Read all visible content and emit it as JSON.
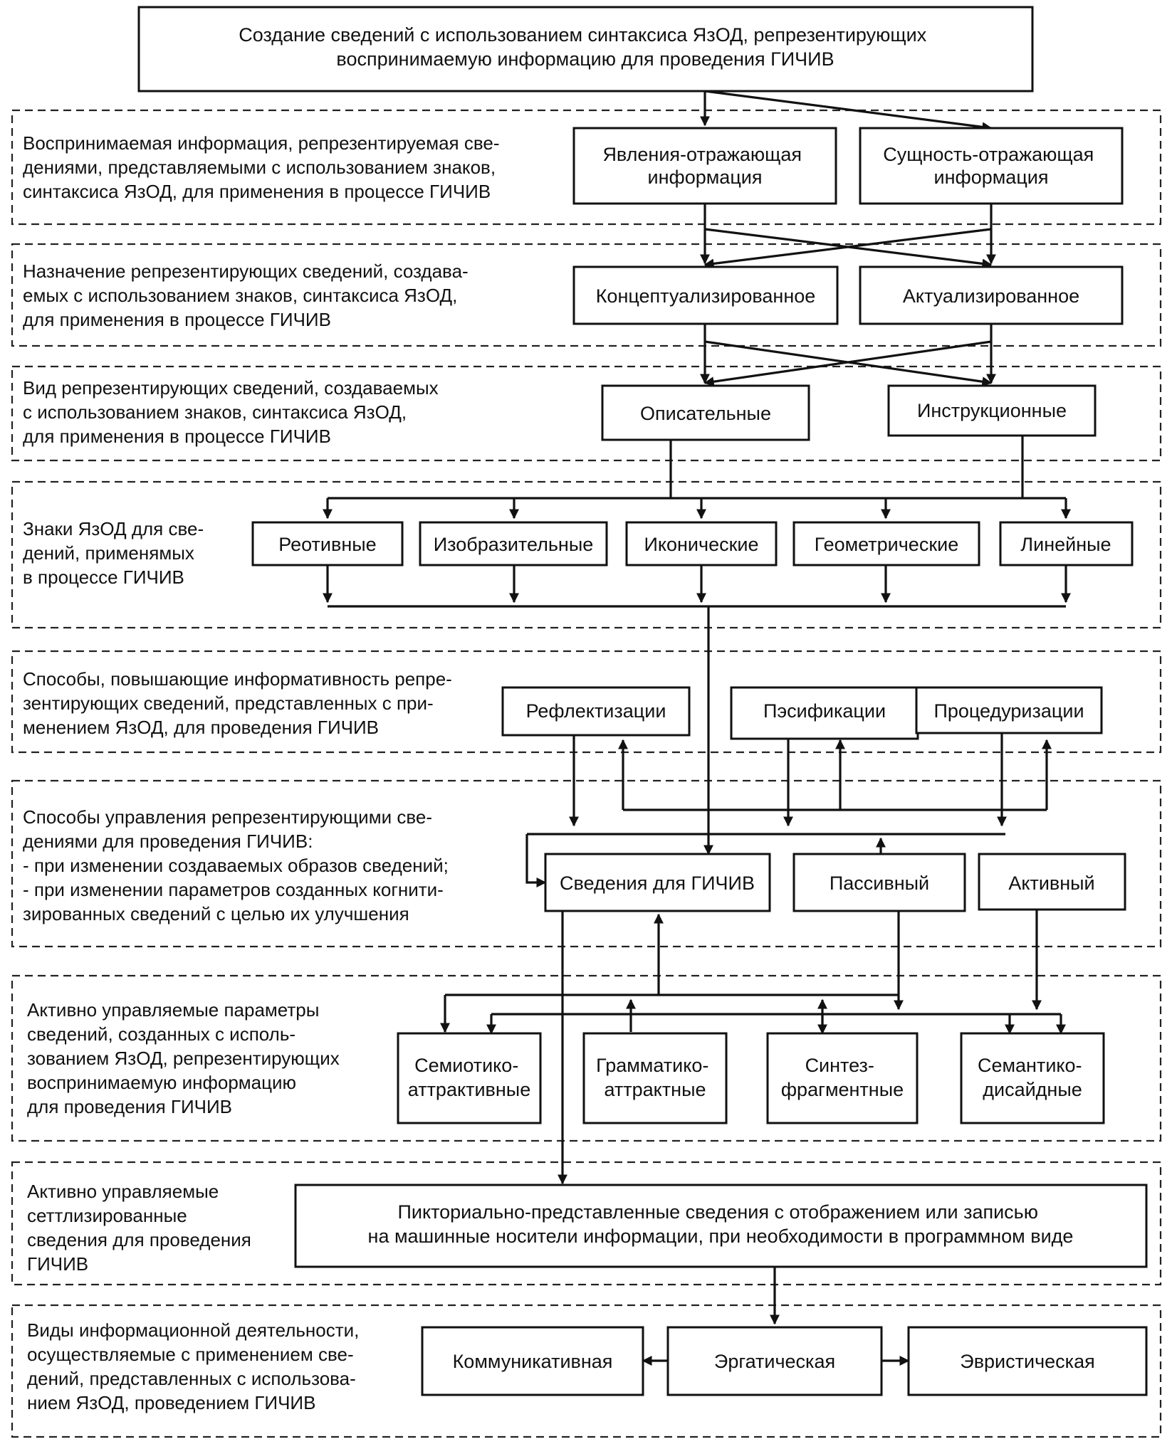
{
  "top": {
    "line1": "Создание сведений с использованием синтаксиса ЯзОД, репрезентирующих",
    "line2": "воспринимаемую информацию для проведения ГИЧИВ"
  },
  "bands": [
    {
      "lines": [
        "Воспринимаемая информация, репрезентируемая све-",
        "дениями, представляемыми с использованием знаков,",
        "синтаксиса ЯзОД, для применения в процессе ГИЧИВ"
      ]
    },
    {
      "lines": [
        "Назначение репрезентирующих сведений, создава-",
        "емых с использованием знаков, синтаксиса ЯзОД,",
        "для применения в процессе ГИЧИВ"
      ]
    },
    {
      "lines": [
        "Вид репрезентирующих сведений, создаваемых",
        "с использованием знаков, синтаксиса ЯзОД,",
        "для применения в процессе ГИЧИВ"
      ]
    },
    {
      "lines": [
        "Знаки ЯзОД для све-",
        "дений, применямых",
        "в процессе ГИЧИВ"
      ]
    },
    {
      "lines": [
        "Способы, повышающие информативность репре-",
        "зентирующих сведений, представленных с при-",
        "менением ЯзОД, для проведения ГИЧИВ"
      ]
    },
    {
      "lines": [
        "Способы управления репрезентирующими све-",
        "дениями для проведения ГИЧИВ:",
        "- при изменении создаваемых образов сведений;",
        "- при изменении параметров созданных когнити-",
        "зированных сведений с целью их улучшения"
      ]
    },
    {
      "lines": [
        "Активно управляемые параметры",
        "сведений, созданных с исполь-",
        "зованием ЯзОД, репрезентирующих",
        "воспринимаемую информацию",
        "для проведения ГИЧИВ"
      ]
    },
    {
      "lines": [
        "Активно управляемые",
        "сеттлизированные",
        "сведения для проведения",
        "ГИЧИВ"
      ]
    },
    {
      "lines": [
        "Виды информационной деятельности,",
        "осуществляемые с применением све-",
        "дений, представленных с использова-",
        "нием ЯзОД, проведением ГИЧИВ"
      ]
    }
  ],
  "boxes": {
    "phenomena": [
      "Явления-отражающая",
      "информация"
    ],
    "essence": [
      "Сущность-отражающая",
      "информация"
    ],
    "conceptualized": [
      "Концептуализированное"
    ],
    "actualized": [
      "Актуализированное"
    ],
    "descriptive": [
      "Описательные"
    ],
    "instructional": [
      "Инструкционные"
    ],
    "reotive": [
      "Реотивные"
    ],
    "pictorial": [
      "Изобразительные"
    ],
    "iconic": [
      "Иконические"
    ],
    "geometric": [
      "Геометрические"
    ],
    "linear": [
      "Линейные"
    ],
    "reflectization": [
      "Рефлектизации"
    ],
    "psification": [
      "Пэсификации"
    ],
    "proceduralization": [
      "Процедуризации"
    ],
    "gichiv_info": [
      "Сведения для ГИЧИВ"
    ],
    "passive": [
      "Пассивный"
    ],
    "active": [
      "Активный"
    ],
    "semiotic": [
      "Семиотико-",
      "аттрактивные"
    ],
    "grammatic": [
      "Грамматико-",
      "аттрактные"
    ],
    "synthesis": [
      "Синтез-",
      "фрагментные"
    ],
    "semantic": [
      "Семантико-",
      "дисайдные"
    ],
    "pictorial_info": [
      "Пикториально-представленные сведения с отображением или записью",
      "на машинные носители информации, при необходимости в программном виде"
    ],
    "communicative": [
      "Коммуникативная"
    ],
    "ergatic": [
      "Эргатическая"
    ],
    "heuristic": [
      "Эвристическая"
    ]
  }
}
